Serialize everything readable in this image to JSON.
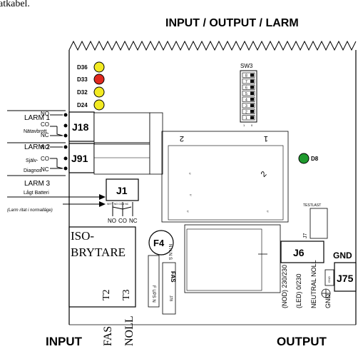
{
  "top_fragment": "atkabel.",
  "header": "INPUT  / OUTPUT / LARM",
  "leds": [
    {
      "label": "D36",
      "color": "#f2ea22"
    },
    {
      "label": "D33",
      "color": "#e0281e"
    },
    {
      "label": "D32",
      "color": "#f2ea22"
    },
    {
      "label": "D24",
      "color": "#f2ea22"
    },
    {
      "label": "D8",
      "color": "#1f9a2e"
    }
  ],
  "switch": {
    "label": "SW3",
    "positions": [
      "8",
      "7",
      "6",
      "5",
      "4",
      "3",
      "2",
      "1"
    ],
    "legend_on": "1",
    "legend_off": "0"
  },
  "larm": [
    {
      "title": "LARM 1",
      "subtitle": "Nätavbrott",
      "pins": [
        "NO",
        "CO",
        "NC"
      ],
      "connector": "J18"
    },
    {
      "title": "LARM 2",
      "subtitle": "Själv-",
      "subtitle2": "Diagnos",
      "pins": [
        "NO",
        "CO",
        "NC"
      ],
      "connector": "J91"
    },
    {
      "title": "LARM 3",
      "subtitle": "Lågt Batteri",
      "connector": "J1"
    }
  ],
  "j1_pin_labels_small": "SETT   NO  COM  NC",
  "j1_pins": [
    "NO",
    "CO",
    "NC"
  ],
  "note": "(Larm ritat i normalläge)",
  "iso": {
    "line1": "ISO-",
    "line2": "BRYTARE",
    "t2": "T2",
    "t3": "T3"
  },
  "fuse": "F4",
  "board_marks": {
    "silk_2": "2",
    "silk_1": "1",
    "silk_2b": "2"
  },
  "j7": {
    "label": "J7",
    "testlast": "TESTLAST"
  },
  "j6": "J6",
  "j75": "J75",
  "gnd_label": "GND",
  "gnd_small": "GND",
  "j78": {
    "label": "J78",
    "fas": "FAS",
    "n": "N",
    "fupsn": "F UPS N",
    "nnns": "N  N N S"
  },
  "output_labels": [
    "(NOD)  230/230",
    "(LED)  0/230",
    "NEUTRAL  NOLL",
    "GND"
  ],
  "bottom": {
    "input": "INPUT",
    "fas": "FAS",
    "noll": "NOLL",
    "output": "OUTPUT"
  }
}
